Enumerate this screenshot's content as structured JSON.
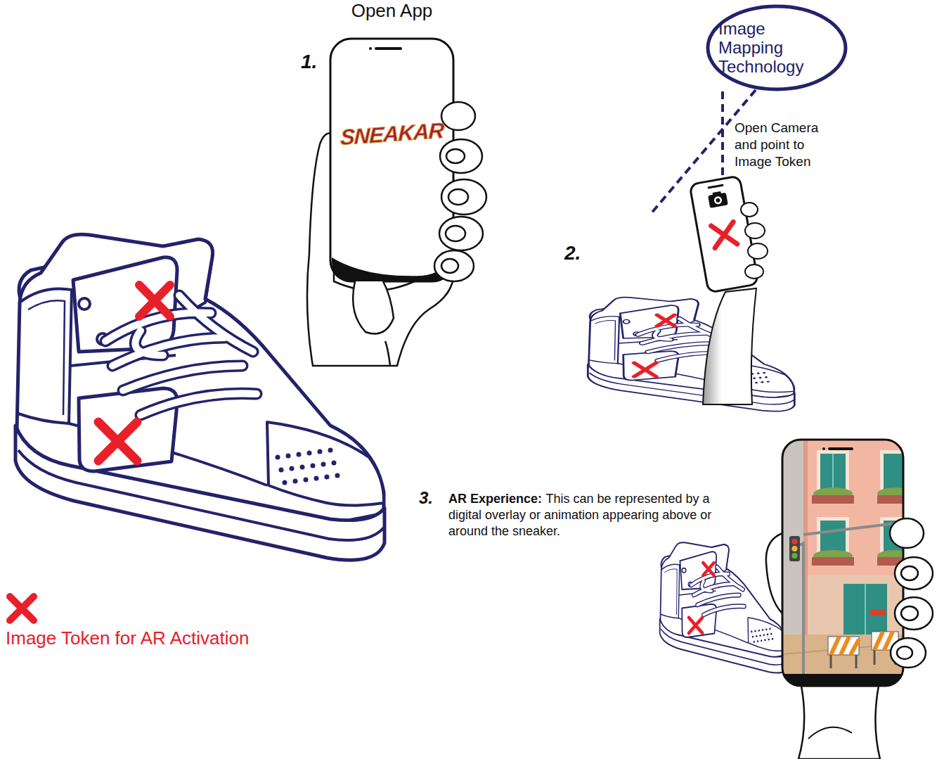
{
  "diagram": {
    "nodes": [
      {
        "text": [
          "Open App",
          "SNEAKAR"
        ]
      },
      {
        "text": [
          "Image Mapping Technology"
        ]
      }
    ],
    "labels": [
      "1.",
      "Open Camera and point to Image Token",
      "2.",
      "3.",
      "AR Experience:",
      "This can be represented by a digital overlay or animation appearing above or around the sneaker."
    ],
    "legend": [
      {
        "text": "Image Token for AR Activation"
      }
    ]
  }
}
